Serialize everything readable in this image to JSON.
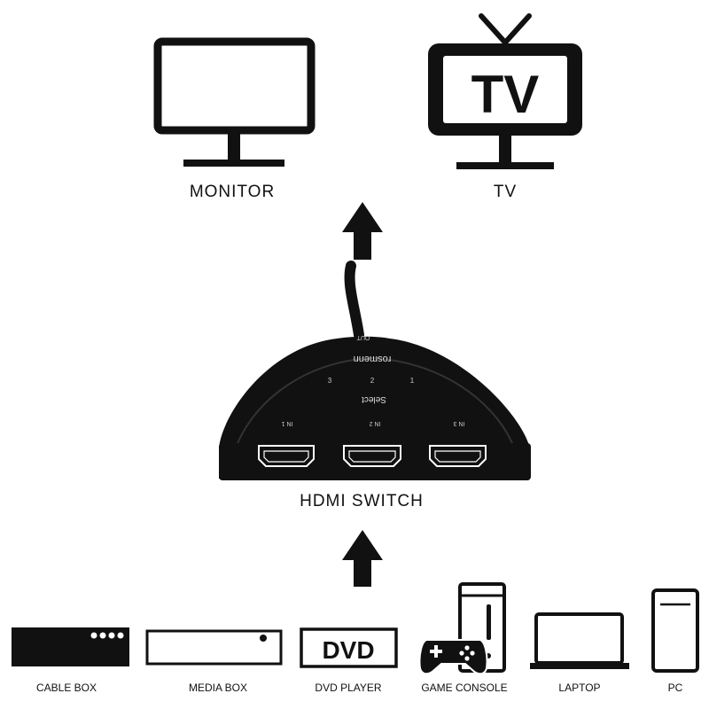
{
  "outputs": {
    "monitor": {
      "label": "MONITOR",
      "icon": "monitor-icon"
    },
    "tv": {
      "label": "TV",
      "screen_text": "TV",
      "icon": "tv-icon"
    }
  },
  "switch": {
    "label": "HDMI SWITCH",
    "icon": "hdmi-switch-icon",
    "brand_text": "rosmenn",
    "select_text": "Select",
    "port_numbers": [
      "3",
      "2",
      "1"
    ],
    "port_labels": [
      "IN 1",
      "IN 2",
      "IN 3"
    ],
    "out_text": "OUT"
  },
  "sources": [
    {
      "label": "CABLE BOX",
      "icon": "cable-box-icon"
    },
    {
      "label": "MEDIA BOX",
      "icon": "media-box-icon"
    },
    {
      "label": "DVD PLAYER",
      "icon": "dvd-player-icon",
      "badge": "DVD"
    },
    {
      "label": "GAME CONSOLE",
      "icon": "game-console-icon"
    },
    {
      "label": "LAPTOP",
      "icon": "laptop-icon"
    },
    {
      "label": "PC",
      "icon": "pc-icon"
    }
  ],
  "colors": {
    "ink": "#111111",
    "background": "#ffffff"
  }
}
